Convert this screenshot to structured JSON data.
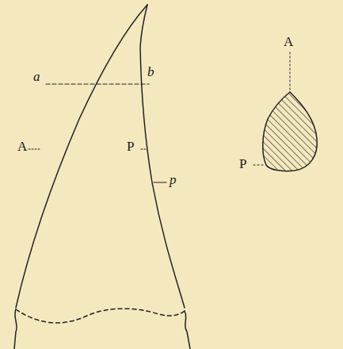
{
  "diagram": {
    "labels": [
      "a",
      "b",
      "A",
      "P",
      "p",
      "A",
      "P"
    ]
  }
}
